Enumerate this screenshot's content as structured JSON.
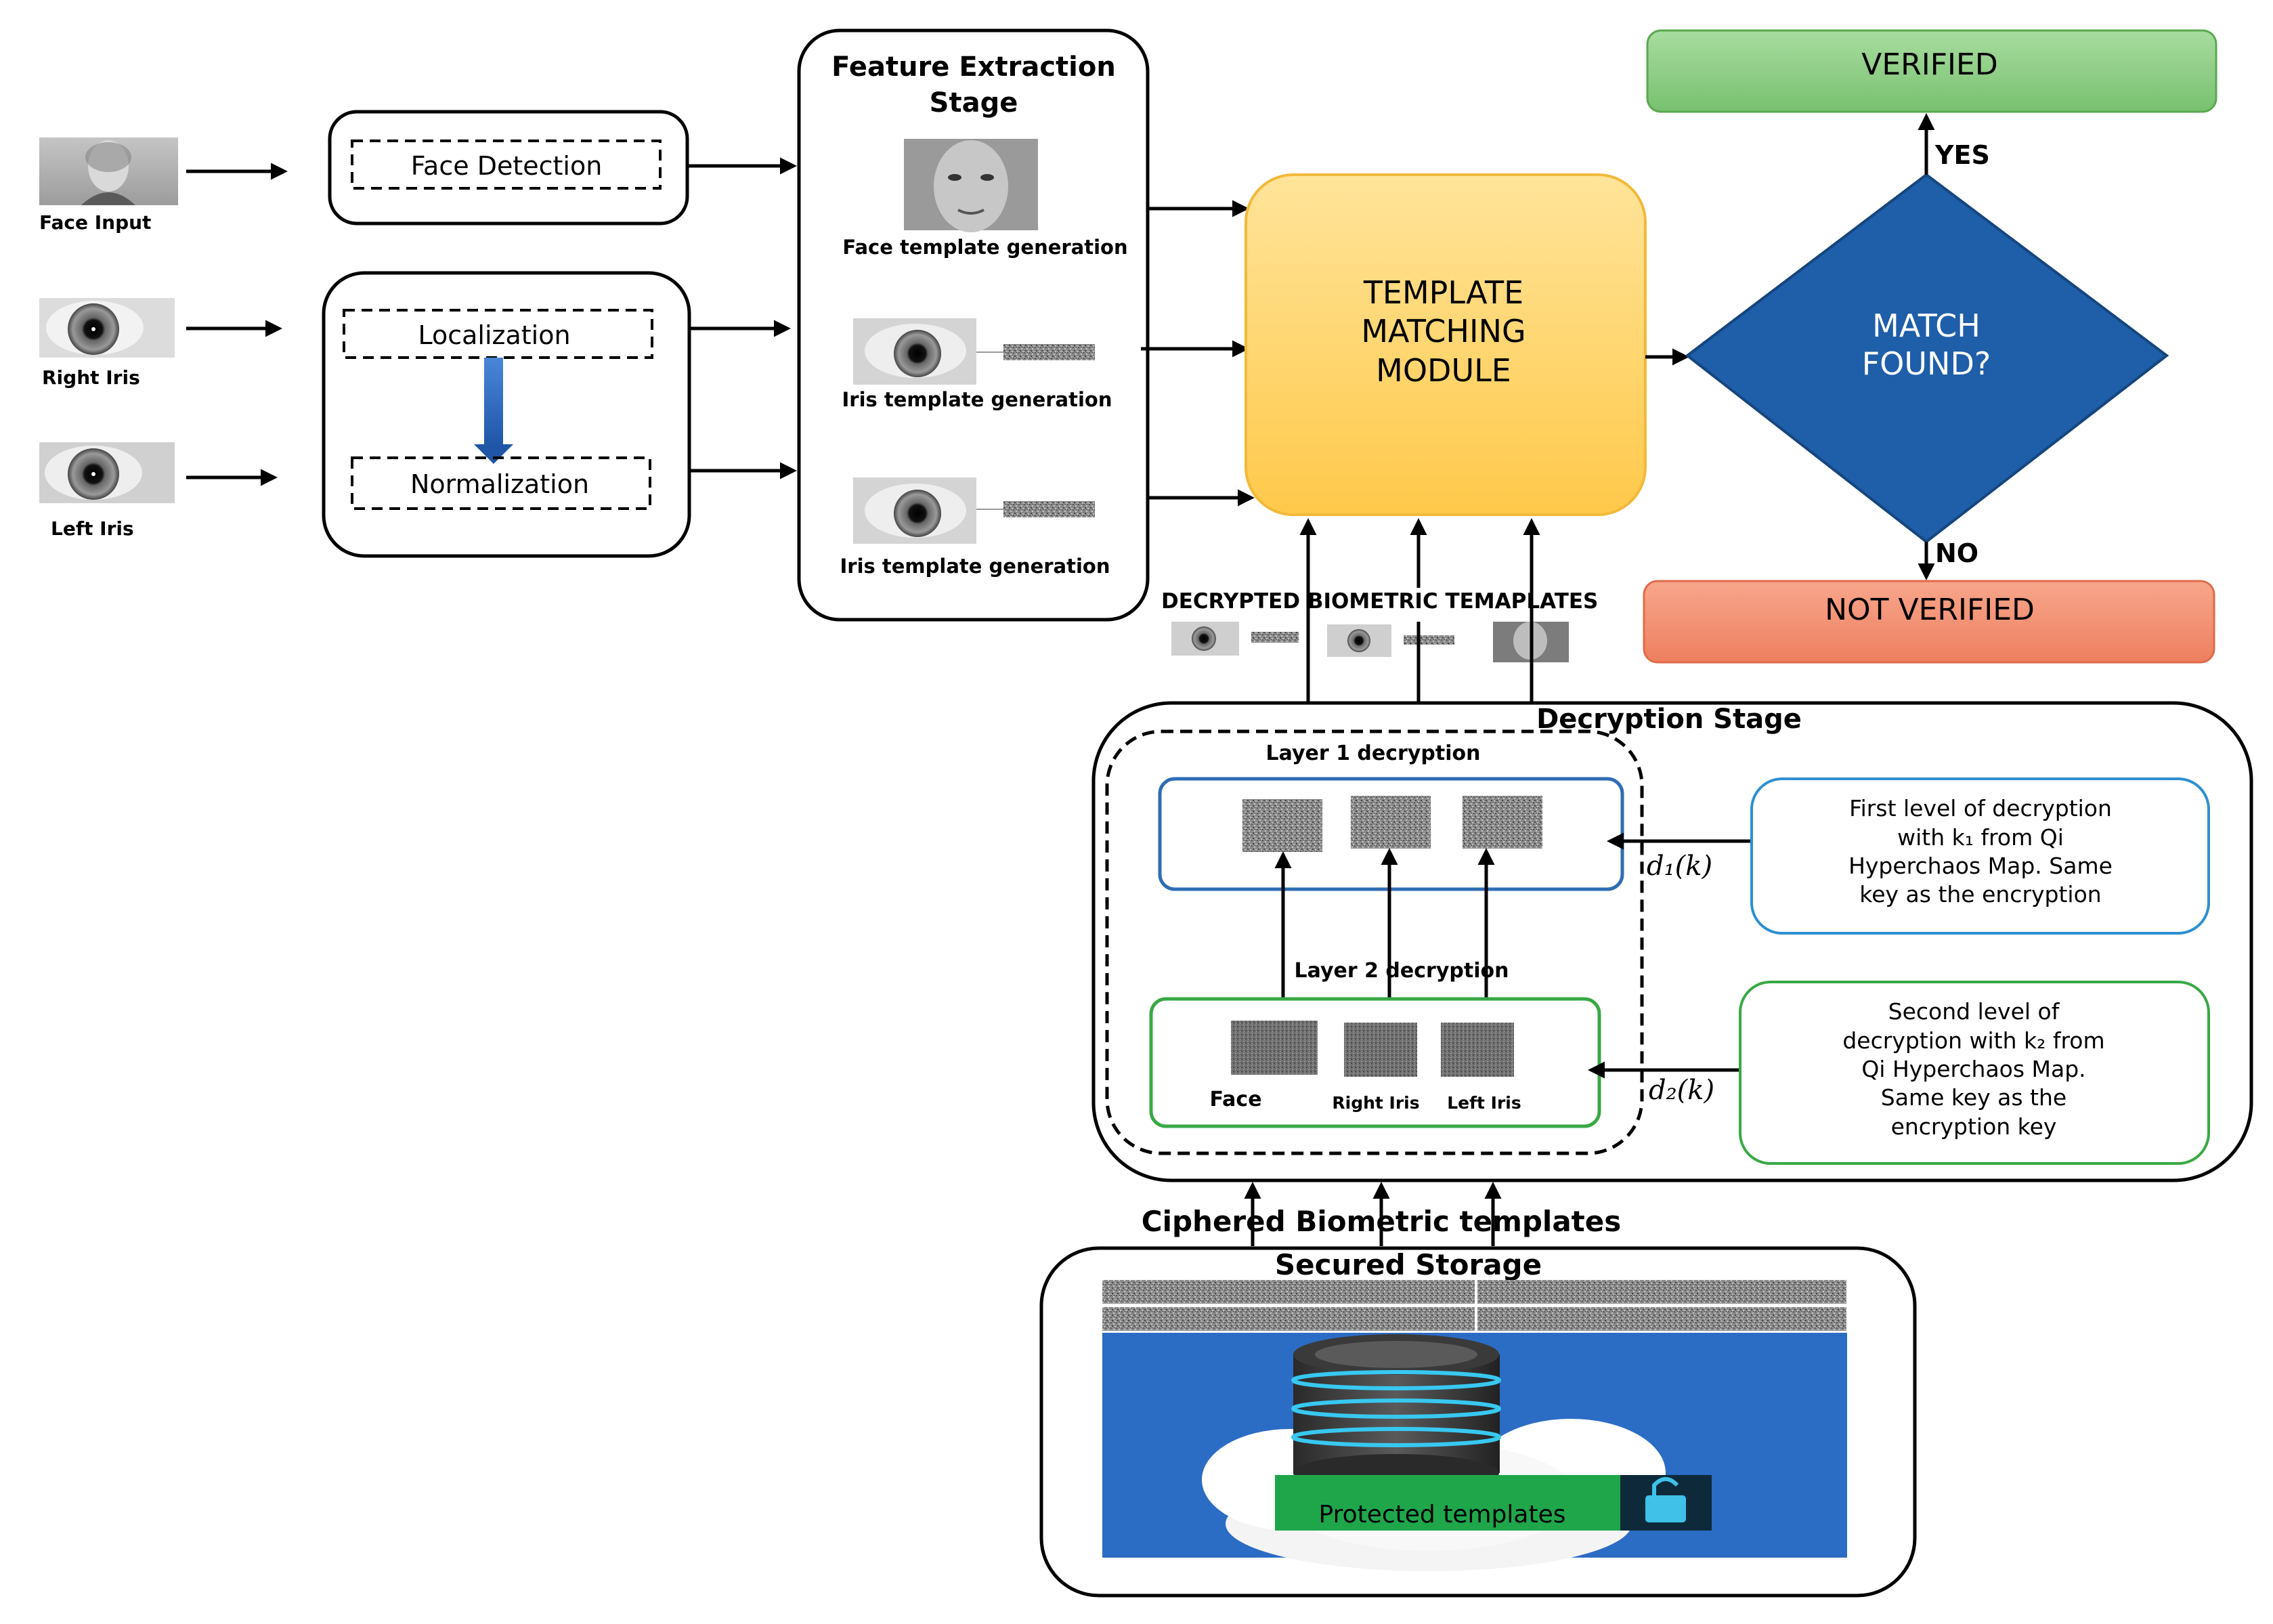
{
  "inputs": {
    "face_label": "Face Input",
    "right_iris_label": "Right Iris",
    "left_iris_label": "Left Iris"
  },
  "preprocessing": {
    "face_detection": "Face Detection",
    "localization": "Localization",
    "normalization": "Normalization"
  },
  "feature_stage": {
    "title_line1": "Feature Extraction",
    "title_line2": "Stage",
    "face_caption": "Face template generation",
    "iris_caption_1": "Iris template generation",
    "iris_caption_2": "Iris template generation"
  },
  "matching": {
    "line1": "TEMPLATE",
    "line2": "MATCHING",
    "line3": "MODULE"
  },
  "decision": {
    "line1": "MATCH",
    "line2": "FOUND?",
    "yes": "YES",
    "no": "NO",
    "verified": "VERIFIED",
    "not_verified": "NOT VERIFIED"
  },
  "decrypted_label": "DECRYPTED BIOMETRIC TEMAPLATES",
  "decryption": {
    "title": "Decryption Stage",
    "layer1": "Layer 1 decryption",
    "layer2": "Layer 2 decryption",
    "face": "Face",
    "right_iris": "Right Iris",
    "left_iris": "Left Iris",
    "d1": "d₁(k)",
    "d2": "d₂(k)",
    "note1": [
      "First level of decryption",
      "with k₁ from Qi",
      "Hyperchaos Map. Same",
      "key as the encryption"
    ],
    "note2": [
      "Second level of",
      "decryption with k₂ from",
      "Qi Hyperchaos Map.",
      "Same key as the",
      "encryption key"
    ]
  },
  "ciphered_label": "Ciphered Biometric templates",
  "storage": {
    "title": "Secured Storage",
    "protected": "Protected templates"
  },
  "colors": {
    "verified_fill": "#7fc97f",
    "not_verified_fill": "#f08c6e",
    "matching_fill": "#ffd36b",
    "decision_fill": "#1f5ea8",
    "layer1_border": "#2e6db5",
    "layer2_border": "#39a845",
    "note1_border": "#2f8fd1",
    "note2_border": "#39a845",
    "storage_bg": "#2b6cc4",
    "protected_fill": "#1fa64a"
  },
  "icons": {
    "arrow": "arrow-right",
    "storage": "database-icon",
    "lock": "lock-icon"
  }
}
